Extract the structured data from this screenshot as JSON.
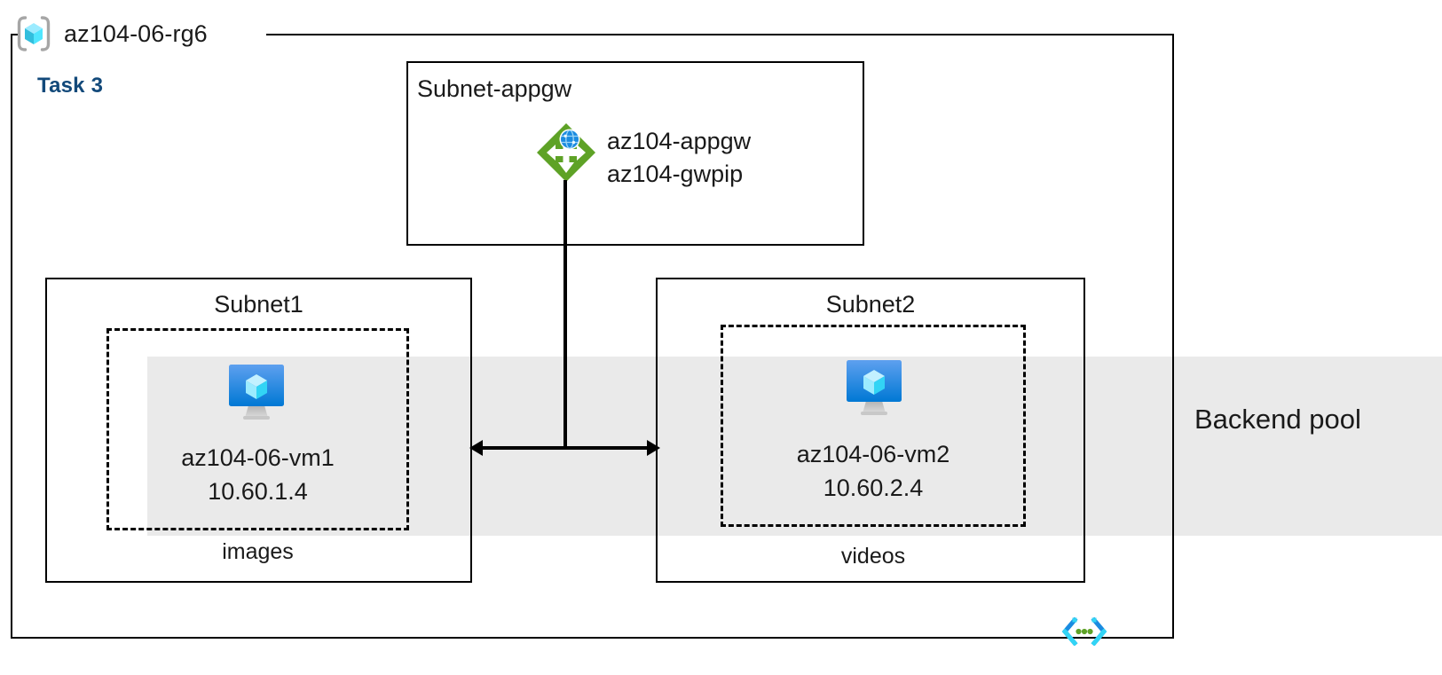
{
  "diagram": {
    "resource_group": {
      "name": "az104-06-rg6",
      "icon": "azure-resource-group-icon"
    },
    "task_label": "Task 3",
    "backend_pool": {
      "label": "Backend pool",
      "band_color": "#eaeaea"
    },
    "appgw_subnet": {
      "title": "Subnet-appgw",
      "icon": "application-gateway-icon",
      "resources": [
        "az104-appgw",
        "az104-gwpip"
      ]
    },
    "subnets": [
      {
        "title": "Subnet1",
        "caption": "images",
        "vm": {
          "icon": "virtual-machine-icon",
          "name": "az104-06-vm1",
          "ip": "10.60.1.4"
        }
      },
      {
        "title": "Subnet2",
        "caption": "videos",
        "vm": {
          "icon": "virtual-machine-icon",
          "name": "az104-06-vm2",
          "ip": "10.60.2.4"
        }
      }
    ],
    "footer_icon": "vnet-subnet-delegation-icon",
    "colors": {
      "appgw_green": "#5ea226",
      "vm_blue": "#0078d4",
      "cube_cyan": "#50e6ff",
      "task_navy": "#12497a",
      "line_black": "#000000"
    }
  }
}
